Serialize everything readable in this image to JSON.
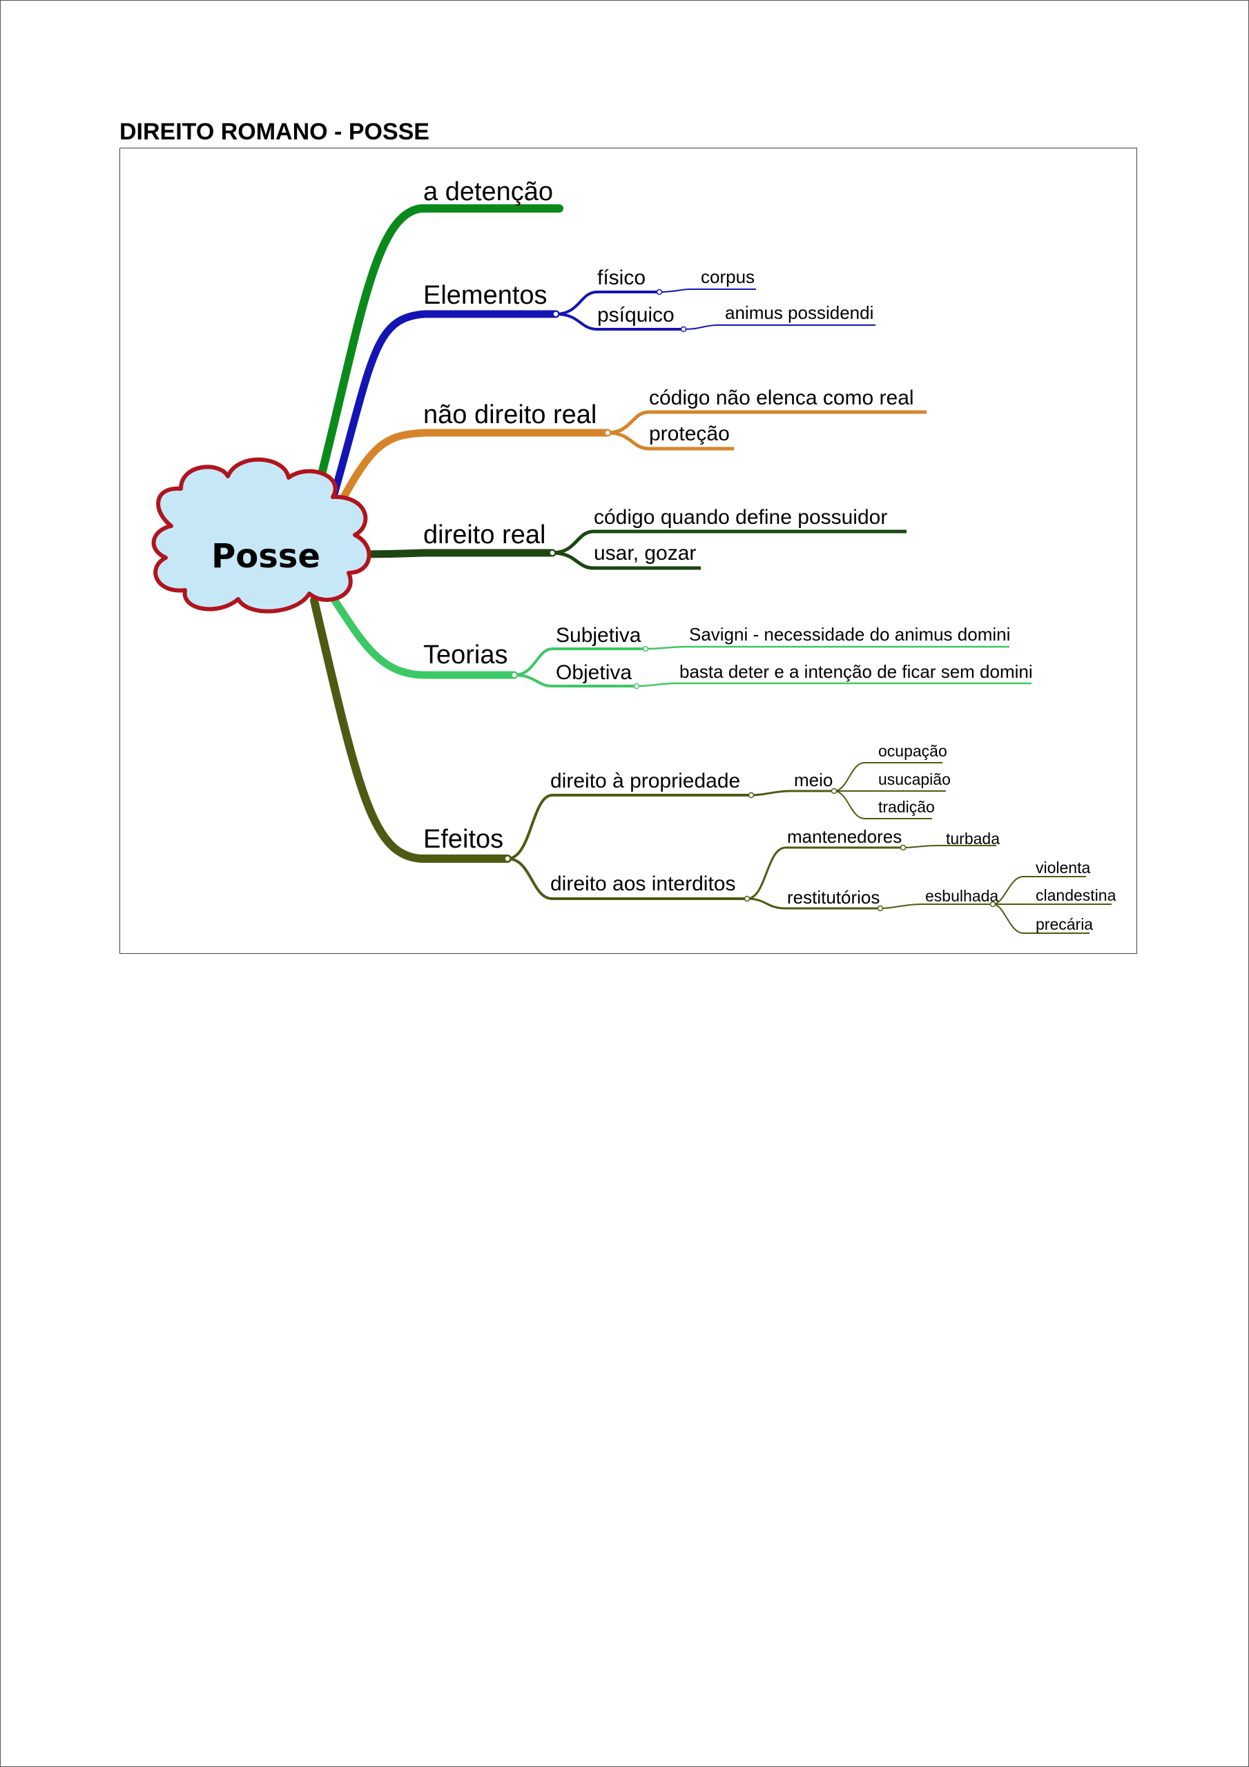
{
  "document": {
    "title": "DIREITO ROMANO - POSSE"
  },
  "mindmap": {
    "center": "Posse",
    "branches": {
      "detencao": {
        "label": "a detenção",
        "color": "#0a8a1a"
      },
      "elementos": {
        "label": "Elementos",
        "color": "#1414b4",
        "fisico": "físico",
        "corpus": "corpus",
        "psiquico": "psíquico",
        "animus": "animus possidendi"
      },
      "nao_direito_real": {
        "label": "não direito real",
        "color": "#d6842a",
        "codigo": "código não elenca como real",
        "protecao": "proteção"
      },
      "direito_real": {
        "label": "direito real",
        "color": "#1d4612",
        "codigo": "código quando define possuidor",
        "usar": "usar, gozar"
      },
      "teorias": {
        "label": "Teorias",
        "color": "#3cc864",
        "subjetiva": "Subjetiva",
        "savigni": "Savigni - necessidade do animus domini",
        "objetiva": "Objetiva",
        "basta": "basta deter e a intenção de ficar sem domini"
      },
      "efeitos": {
        "label": "Efeitos",
        "color": "#4e5a12",
        "propriedade": "direito à propriedade",
        "meio": "meio",
        "ocupacao": "ocupação",
        "usucapiao": "usucapião",
        "tradicao": "tradição",
        "interditos": "direito aos interditos",
        "mantenedores": "mantenedores",
        "turbada": "turbada",
        "restitutorios": "restitutórios",
        "esbulhada": "esbulhada",
        "violenta": "violenta",
        "clandestina": "clandestina",
        "precaria": "precária"
      }
    }
  }
}
